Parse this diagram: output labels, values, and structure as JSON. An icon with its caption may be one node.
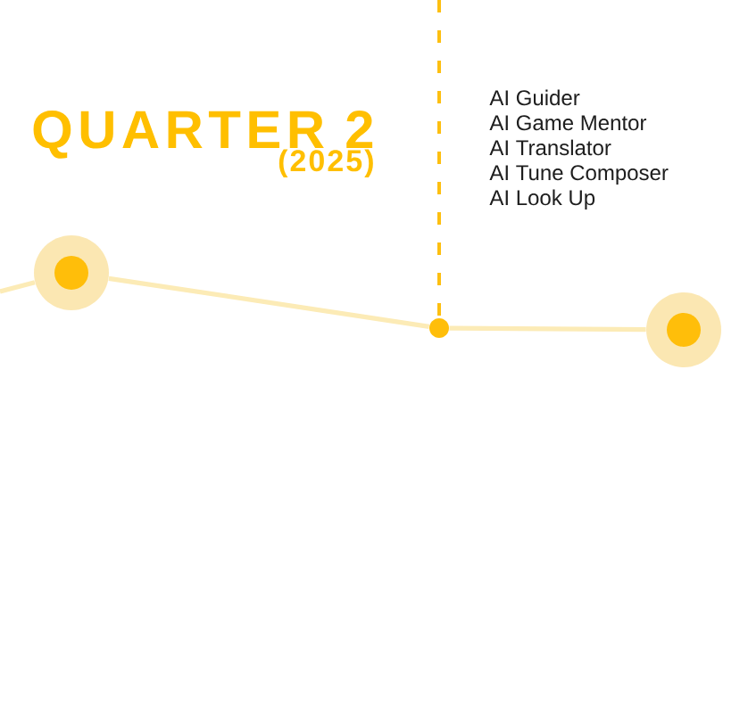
{
  "diagram": {
    "nodes": [
      {
        "text": [],
        "shape": "circle"
      },
      {
        "text": [],
        "shape": "circle"
      },
      {
        "text": [],
        "shape": "circle"
      }
    ],
    "edges": [
      {
        "from": null,
        "to": 0,
        "arrow": "none"
      },
      {
        "from": 0,
        "to": 1,
        "arrow": "none"
      },
      {
        "from": 1,
        "to": 2,
        "arrow": "none"
      },
      {
        "from": null,
        "to": 1,
        "arrow": "none",
        "style": "dashed",
        "color": "#fdbf10"
      }
    ],
    "labels": [
      "QUARTER 2",
      "(2025)",
      "AI Guider",
      "AI Game Mentor",
      "AI Translator",
      "AI Tune Composer",
      "AI Look Up"
    ]
  }
}
